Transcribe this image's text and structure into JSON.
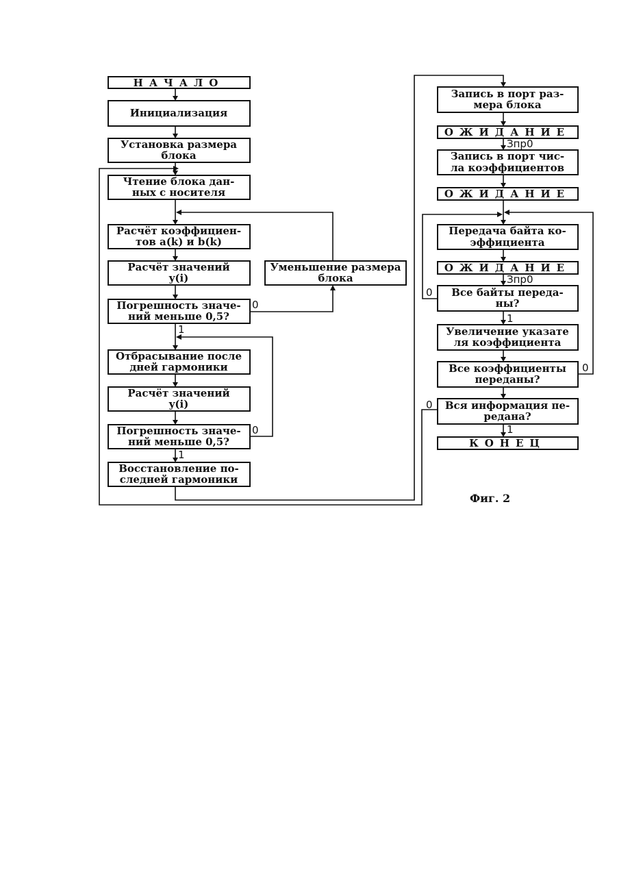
{
  "left_column": {
    "start": "НАЧАЛО",
    "init": "Инициализация",
    "set_block_size": [
      "Установка размера",
      "блока"
    ],
    "read_block": [
      "Чтение блока дан-",
      "ных с носителя"
    ],
    "calc_coeffs": [
      "Расчёт коэффициен-",
      "тов a(k) и b(k)"
    ],
    "calc_values_1": [
      "Расчёт значений",
      "y(i)"
    ],
    "reduce_block": [
      "Уменьшение размера",
      "блока"
    ],
    "error_check_1": [
      "Погрешность значе-",
      "ний меньше 0,5?"
    ],
    "drop_harmonic": [
      "Отбрасывание после",
      "дней гармоники"
    ],
    "calc_values_2": [
      "Расчёт значений",
      "y(i)"
    ],
    "error_check_2": [
      "Погрешность значе-",
      "ний меньше 0,5?"
    ],
    "restore_harmonic": [
      "Восстановление по-",
      "следней гармоники"
    ]
  },
  "right_column": {
    "write_block_size": [
      "Запись в порт раз-",
      "мера блока"
    ],
    "wait_1": "ОЖИДАНИЕ",
    "write_coeff_count": [
      "Запись в порт чис-",
      "ла коэффициентов"
    ],
    "wait_2": "ОЖИДАНИЕ",
    "send_coeff_byte": [
      "Передача байта ко-",
      "эффициента"
    ],
    "wait_3": "ОЖИДАНИЕ",
    "all_bytes_sent": [
      "Все байты переда-",
      "ны?"
    ],
    "inc_pointer": [
      "Увеличение указате",
      "ля коэффициента"
    ],
    "all_coeffs_sent": [
      "Все коэффициенты",
      "переданы?"
    ],
    "all_info_sent": [
      "Вся информация пе-",
      "редана?"
    ],
    "end": "КОНЕЦ"
  },
  "labels": {
    "zero": "0",
    "one": "1",
    "zpr": "Зпр0"
  },
  "caption": "Фиг. 2"
}
